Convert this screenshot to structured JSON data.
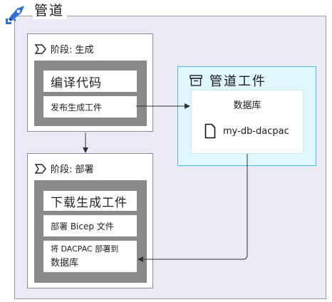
{
  "pipeline": {
    "title": "管道"
  },
  "stage_build": {
    "title": "阶段: 生成",
    "tasks": [
      "编译代码",
      "发布生成工件"
    ]
  },
  "stage_deploy": {
    "title": "阶段: 部署",
    "tasks": [
      "下载生成工件",
      "部署 Bicep 文件"
    ],
    "task_dacpac_line1": "将 DACPAC 部署到",
    "task_dacpac_line2": "数据库"
  },
  "artifacts": {
    "title": "管道工件",
    "folder_label": "数据库",
    "file_name": "my-db-dacpac"
  },
  "colors": {
    "pipeline_bg": "#eceaf4",
    "artifacts_bg": "#dff6fc",
    "artifacts_border": "#3fc1dc",
    "job_panel": "#8a8a8a",
    "logo_blue": "#2f6fd6"
  }
}
